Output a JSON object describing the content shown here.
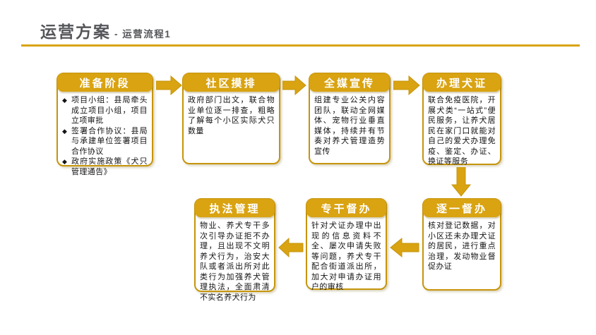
{
  "slide": {
    "title": "运营方案",
    "subtitle": "- 运营流程1"
  },
  "ui": {
    "bullet_char": "◆"
  },
  "colors": {
    "accent_gold": "#D9A311",
    "box_border_gold": "#C6950C",
    "title_gray": "#55565A",
    "body_text": "#141414",
    "header_text": "#FFFFFF"
  },
  "flow": {
    "top_row": [
      {
        "header": "准备阶段",
        "bullets": [
          "项目小组：县局牵头成立项目小组，项目立项审批",
          "签署合作协议：县局与承建单位签署项目合作协议",
          "政府实施政策《犬只管理通告》"
        ]
      },
      {
        "header": "社区摸排",
        "body": "政府部门出文，联合物业单位逐一排查，粗略了解每个小区实际犬只数量"
      },
      {
        "header": "全媒宣传",
        "body": "组建专业公关内容团队，联动全网媒体、宠物行业垂直媒体，持续并有节奏对养犬管理造势宣传"
      },
      {
        "header": "办理犬证",
        "body": "联合免疫医院，开展犬类“一站式”便民服务，让养犬居民在家门口就能对自己的爱犬办理免疫、鉴定、办证、换证等服务"
      }
    ],
    "bottom_row": [
      {
        "header": "逐一督办",
        "body": "核对登记数据，对小区还未办理犬证的居民，进行重点治理，发动物业督促办证"
      },
      {
        "header": "专干督办",
        "body": "针对犬证办理中出现的信息资料不全、屡次申请失败等问题，养犬专干配合街道派出所，加大对申请办证用户的审核"
      },
      {
        "header": "执法管理",
        "body": "物业、养犬专干多次引导办证拒不办理，且出现不文明养犬行为，治安大队或者派出所对此类行为加强养犬管理执法，全面肃清不实名养犬行为"
      }
    ]
  }
}
